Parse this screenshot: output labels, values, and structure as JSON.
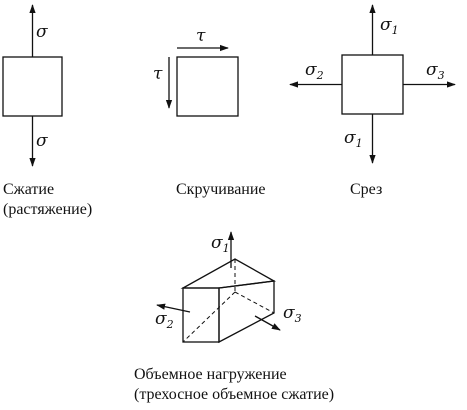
{
  "symbols": {
    "sigma": "σ",
    "tau": "τ",
    "sigma1": "σ",
    "sigma1_sub": "1",
    "sigma2": "σ",
    "sigma2_sub": "2",
    "sigma3": "σ",
    "sigma3_sub": "3"
  },
  "captions": {
    "compression_line1": "Сжатие",
    "compression_line2": "(растяжение)",
    "torsion": "Скручивание",
    "shear": "Срез",
    "volume_line1": "Объемное нагружение",
    "volume_line2": "(трехосное объемное сжатие)"
  },
  "colors": {
    "ink": "#111111",
    "background": "#ffffff"
  }
}
